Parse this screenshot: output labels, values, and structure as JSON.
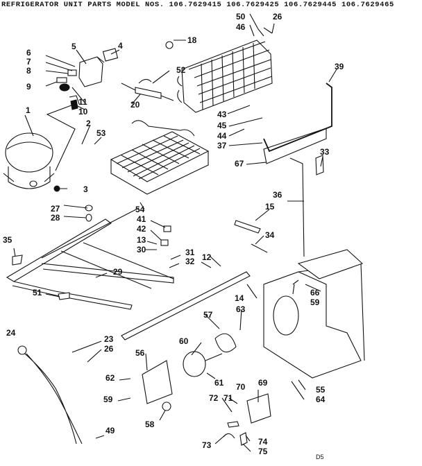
{
  "title": "REFRIGERATOR UNIT PARTS MODEL NOS. 106.7629415 106.7629425 106.7629445 106.7629465",
  "footer": "D5",
  "callouts": [
    "1",
    "2",
    "3",
    "4",
    "5",
    "6",
    "7",
    "8",
    "9",
    "10",
    "11",
    "12",
    "13",
    "14",
    "15",
    "18",
    "20",
    "23",
    "24",
    "26",
    "26",
    "27",
    "28",
    "29",
    "30",
    "31",
    "32",
    "33",
    "34",
    "35",
    "36",
    "37",
    "39",
    "41",
    "42",
    "43",
    "44",
    "45",
    "46",
    "49",
    "50",
    "51",
    "52",
    "53",
    "54",
    "55",
    "56",
    "57",
    "58",
    "59",
    "59",
    "60",
    "61",
    "62",
    "63",
    "64",
    "66",
    "67",
    "69",
    "70",
    "71",
    "72",
    "73",
    "74",
    "75"
  ]
}
